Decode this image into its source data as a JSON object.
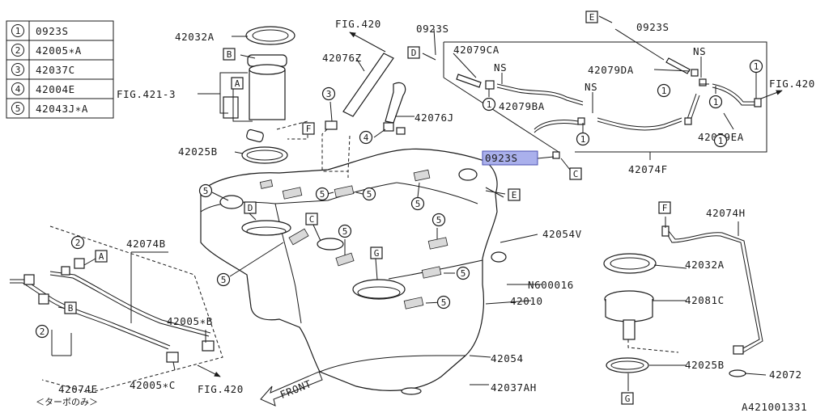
{
  "legend": [
    {
      "num": "1",
      "part": "0923S"
    },
    {
      "num": "2",
      "part": "42005∗A"
    },
    {
      "num": "3",
      "part": "42037C"
    },
    {
      "num": "4",
      "part": "42004E"
    },
    {
      "num": "5",
      "part": "42043J∗A"
    }
  ],
  "labels": {
    "p42032A_top": "42032A",
    "fig420_top": "FIG.420",
    "p0923S_a": "0923S",
    "p0923S_b": "0923S",
    "p42079CA": "42079CA",
    "ns1": "NS",
    "ns2": "NS",
    "ns3": "NS",
    "p42079DA": "42079DA",
    "fig420_right": "FIG.420",
    "p42079BA": "42079BA",
    "p42079EA": "42079EA",
    "p42076Z": "42076Z",
    "p42076J": "42076J",
    "fig421": "FIG.421-3",
    "p42025B_left": "42025B",
    "highlight": "0923S",
    "p42074F": "42074F",
    "p42054V": "42054V",
    "p42074H": "42074H",
    "p42074B": "42074B",
    "p42032A_right": "42032A",
    "pN600016": "N600016",
    "p42010": "42010",
    "p42081C": "42081C",
    "p42005B": "42005∗B",
    "p42025B_right": "42025B",
    "p42054": "42054",
    "p42072": "42072",
    "p42074E": "42074E",
    "p42074E_note": "＜ターボのみ＞",
    "p42005C": "42005∗C",
    "fig420_bottom": "FIG.420",
    "front": "FRONT",
    "p42037AH": "42037AH",
    "drawing_no": "A421001331"
  },
  "callouts": {
    "A": "A",
    "B": "B",
    "C": "C",
    "D": "D",
    "E": "E",
    "F": "F",
    "G": "G"
  },
  "circled": {
    "one": "1",
    "two": "2",
    "three": "3",
    "four": "4",
    "five": "5"
  },
  "colors": {
    "highlight_fill": "#aab0ec",
    "highlight_stroke": "#4a4fb0",
    "line": "#1a1a1a"
  }
}
